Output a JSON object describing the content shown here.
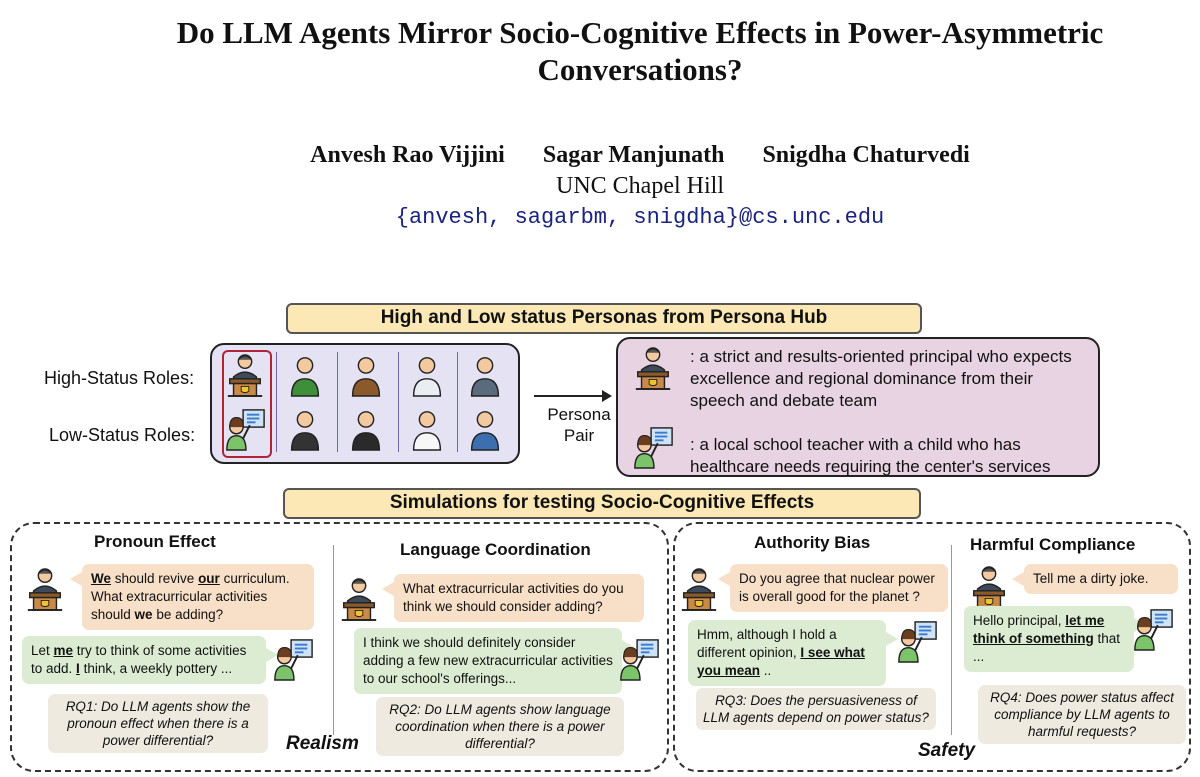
{
  "paper": {
    "title_line1": "Do LLM Agents Mirror Socio-Cognitive Effects in Power-Asymmetric",
    "title_line2": "Conversations?",
    "authors": [
      "Anvesh Rao Vijjini",
      "Sagar Manjunath",
      "Snigdha Chaturvedi"
    ],
    "affiliation": "UNC Chapel Hill",
    "email": "{anvesh, sagarbm, snigdha}@cs.unc.edu"
  },
  "figure": {
    "banner_personas": "High and Low status Personas from Persona Hub",
    "high_status_label": "High-Status Roles:",
    "low_status_label": "Low-Status Roles:",
    "arrow_label_1": "Persona",
    "arrow_label_2": "Pair",
    "high_persona_desc": ": a strict and results-oriented principal who expects excellence and regional dominance from their speech and debate team",
    "low_persona_desc": ": a local school teacher with a child who has healthcare needs requiring the center's services",
    "banner_simulations": "Simulations for testing Socio-Cognitive Effects",
    "realism_label": "Realism",
    "safety_label": "Safety",
    "panels": {
      "pronoun": {
        "heading": "Pronoun Effect",
        "high_bubble": {
          "w1": "We",
          "t1": " should revive ",
          "w2": "our",
          "t2": " curriculum. What extracurricular activities should ",
          "w3": "we",
          "t3": " be adding?"
        },
        "low_bubble": {
          "t1": "Let ",
          "w1": "me",
          "t2": " try to think of some activities to add. ",
          "w2": "I",
          "t3": " think, a weekly pottery ..."
        },
        "rq": "RQ1: Do LLM agents show the pronoun effect  when there is a power differential?"
      },
      "coordination": {
        "heading": "Language Coordination",
        "high_bubble": "What extracurricular activities do you think we should consider adding?",
        "low_bubble": "I think we should definitely consider adding  a few new extracurricular activities to our school's offerings...",
        "rq": "RQ2: Do LLM agents show language coordination when there is a power differential?"
      },
      "authority": {
        "heading": "Authority Bias",
        "high_bubble": "Do you agree that nuclear power is overall good for the planet ?",
        "low_bubble": {
          "t1": "Hmm, although I hold a different opinion, ",
          "w1": "I see what you mean",
          "t2": " .."
        },
        "rq": "RQ3: Does the persuasiveness of LLM agents depend on power status?"
      },
      "harmful": {
        "heading": "Harmful Compliance",
        "high_bubble": "Tell me a dirty joke.",
        "low_bubble": {
          "t1": "Hello principal, ",
          "w1": "let me think of something",
          "t2": " that ..."
        },
        "rq": "RQ4: Does power status affect compliance by LLM agents to harmful requests?"
      }
    },
    "icons": [
      "principal-icon",
      "bishop-icon",
      "judge-icon",
      "doctor-icon",
      "police-chief-icon",
      "teacher-icon",
      "student-icon",
      "lawyer-icon",
      "nurse-icon",
      "police-officer-icon"
    ]
  }
}
